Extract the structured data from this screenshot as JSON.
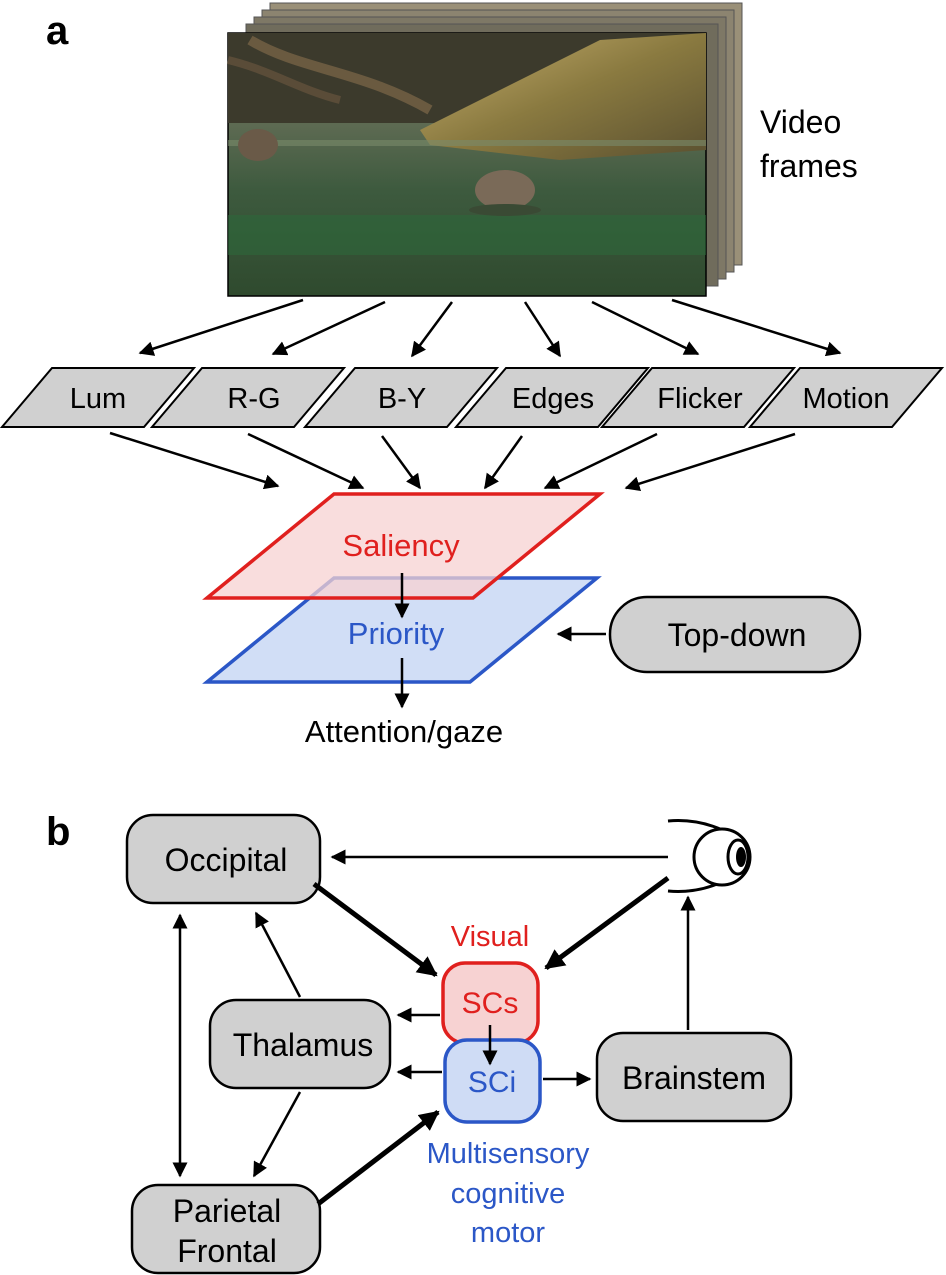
{
  "panel_a": {
    "label": "a",
    "frames_caption_line1": "Video",
    "frames_caption_line2": "frames",
    "features": [
      "Lum",
      "R-G",
      "B-Y",
      "Edges",
      "Flicker",
      "Motion"
    ],
    "saliency_label": "Saliency",
    "priority_label": "Priority",
    "topdown_label": "Top-down",
    "output_label": "Attention/gaze"
  },
  "panel_b": {
    "label": "b",
    "occipital": "Occipital",
    "thalamus": "Thalamus",
    "parietal_line1": "Parietal",
    "parietal_line2": "Frontal",
    "visual_label": "Visual",
    "scs": "SCs",
    "sci": "SCi",
    "brainstem": "Brainstem",
    "multi_line1": "Multisensory",
    "multi_line2": "cognitive",
    "multi_line3": "motor"
  },
  "colors": {
    "box_fill": "#d0d0d0",
    "saliency_stroke": "#e0201e",
    "saliency_fill": "#f7d2d2",
    "priority_stroke": "#2b57c7",
    "priority_fill": "#cfdcf5",
    "multi_text": "#2b57c7",
    "visual_text": "#e0201e"
  }
}
